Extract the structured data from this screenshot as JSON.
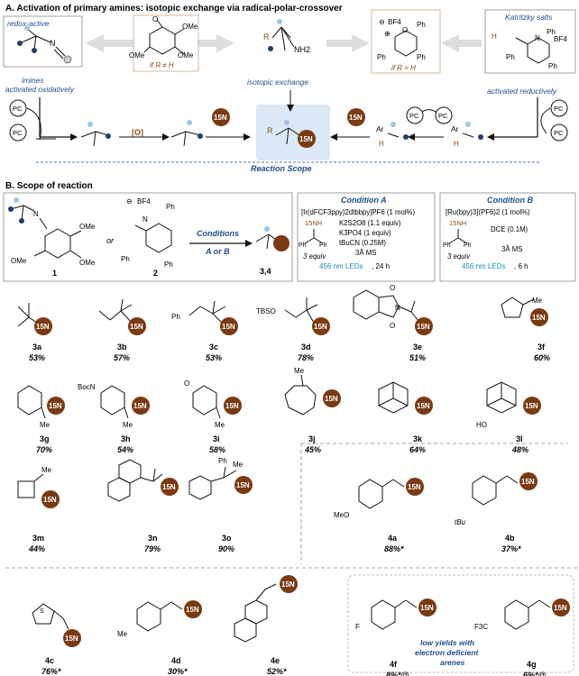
{
  "section_a": {
    "title": "A. Activation of primary amines: isotopic exchange via radical-polar-crossover",
    "redox_active": "redox-active",
    "imines_line1": "imines",
    "imines_line2": "activated oxidatively",
    "cond_left": "if R ≠ H",
    "cond_right": "if R = H",
    "isotopic_exchange": "isotopic exchange",
    "katritzky": "Katritzky salts",
    "activated_reductively": "activated reductively",
    "oxidant_label": "[O]",
    "reaction_scope": "Reaction Scope",
    "bf4": "BF4",
    "ome": "OMe",
    "ph": "Ph",
    "nh2": "NH2",
    "r": "R",
    "pc": "PC",
    "n15": "15N",
    "ar": "Ar",
    "h": "H"
  },
  "section_b": {
    "title": "B. Scope of reaction",
    "or": "or",
    "conditions": "Conditions",
    "a_or_b": "A or B",
    "sm1": "1",
    "sm2": "2",
    "product": "3,4",
    "condition_a": {
      "title": "Condition A",
      "catalyst": "[Ir(dFCF3ppy)2dtbbpy]PF6 (1 mol%)",
      "oxidant": "K2S2O8 (1.1 equiv)",
      "base": "K3PO4 (1 equiv)",
      "solvent": "tBuCN (0.25M)",
      "additive": "3Å MS",
      "reagent": "15NH",
      "equiv": "3 equiv",
      "light": "456 nm LEDs",
      "time": ", 24 h"
    },
    "condition_b": {
      "title": "Condition B",
      "catalyst": "[Ru(bpy)3](PF6)2 (1 mol%)",
      "solvent": "DCE (0.1M)",
      "additive": "3Å MS",
      "reagent": "15NH",
      "equiv": "3 equiv",
      "light": "456 nm LEDs",
      "time": ", 6 h"
    }
  },
  "compounds": [
    {
      "id": "3a",
      "yield": "53%"
    },
    {
      "id": "3b",
      "yield": "57%"
    },
    {
      "id": "3c",
      "yield": "53%"
    },
    {
      "id": "3d",
      "yield": "78%"
    },
    {
      "id": "3e",
      "yield": "51%"
    },
    {
      "id": "3f",
      "yield": "60%"
    },
    {
      "id": "3g",
      "yield": "70%"
    },
    {
      "id": "3h",
      "yield": "54%"
    },
    {
      "id": "3i",
      "yield": "58%"
    },
    {
      "id": "3j",
      "yield": "45%"
    },
    {
      "id": "3k",
      "yield": "64%"
    },
    {
      "id": "3l",
      "yield": "48%"
    },
    {
      "id": "3m",
      "yield": "44%"
    },
    {
      "id": "3n",
      "yield": "79%"
    },
    {
      "id": "3o",
      "yield": "90%"
    },
    {
      "id": "4a",
      "yield": "88%*"
    },
    {
      "id": "4b",
      "yield": "37%*"
    },
    {
      "id": "4c",
      "yield": "76%*"
    },
    {
      "id": "4d",
      "yield": "30%*"
    },
    {
      "id": "4e",
      "yield": "52%*"
    },
    {
      "id": "4f",
      "yield": "8%*@"
    },
    {
      "id": "4g",
      "yield": "6%*@"
    }
  ],
  "substituents": {
    "me": "Me",
    "ph": "Ph",
    "tbso": "TBSO",
    "bocn": "BocN",
    "ho": "HO",
    "meo": "MeO",
    "tbu": "tBu",
    "f": "F",
    "cf3": "F3C",
    "s": "S",
    "o": "O"
  },
  "note": {
    "line1": "low yields with",
    "line2": "electron deficient",
    "line3": "arenes"
  },
  "colors": {
    "ball": "#7a3a12",
    "accent_blue": "#1f4e8c",
    "led_blue": "#1e88c8",
    "brown_text": "#8b4a14",
    "scope_box": "#dbe8f5"
  }
}
